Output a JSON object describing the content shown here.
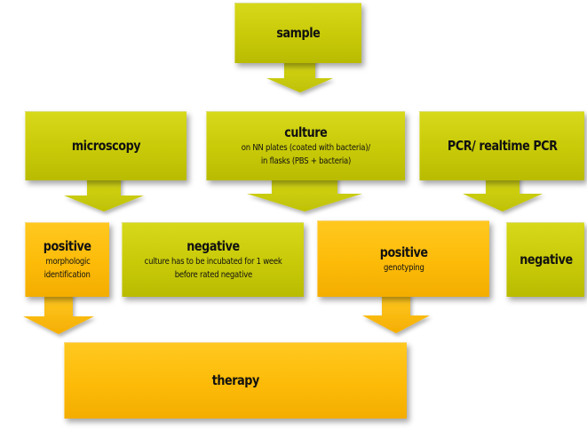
{
  "nodes": {
    "sample": {
      "title": "sample"
    },
    "microscopy": {
      "title": "microscopy"
    },
    "culture": {
      "title": "culture",
      "line1": "on NN plates (coated with bacteria)/",
      "line2": "in flasks (PBS + bacteria)"
    },
    "pcr": {
      "title": "PCR/ realtime  PCR"
    },
    "positive_microscopy": {
      "title": "positive",
      "line1": "morphologic",
      "line2": "identification"
    },
    "negative_culture": {
      "title": "negative",
      "line1": "culture has to be incubated for 1 week",
      "line2": "before rated negative"
    },
    "positive_pcr": {
      "title": "positive",
      "line1": "genotyping"
    },
    "negative_pcr": {
      "title": "negative"
    },
    "therapy": {
      "title": "therapy"
    }
  },
  "colors": {
    "lime": "#c8ca08",
    "orange": "#fdbb08",
    "lime_arrow": "#d3d513",
    "orange_arrow": "#fcbe10"
  }
}
